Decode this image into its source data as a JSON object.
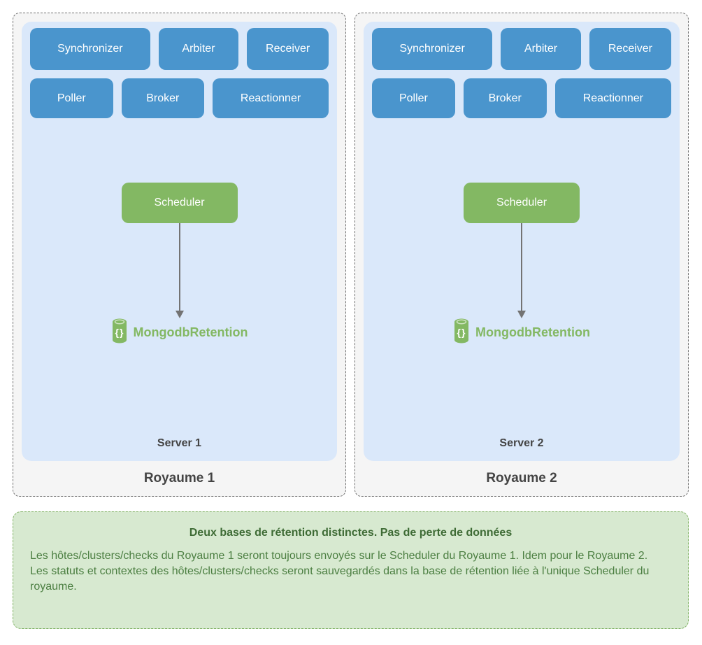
{
  "colors": {
    "component-blue": "#4a95cd",
    "server-bg": "#dae8fa",
    "realm-bg": "#f5f5f5",
    "realm-border": "#707070",
    "scheduler-green": "#83b863",
    "db-green": "#83b863",
    "label-gray": "#444444",
    "arrow-gray": "#737373",
    "note-bg": "#d7e9d0",
    "note-border": "#82b366",
    "note-title-color": "#3e6b35",
    "note-text": "#4c7f42"
  },
  "realms": [
    {
      "label": "Royaume 1",
      "server": {
        "label": "Server 1",
        "components_row1": [
          "Synchronizer",
          "Arbiter",
          "Receiver"
        ],
        "components_row2": [
          "Poller",
          "Broker",
          "Reactionner"
        ],
        "scheduler_label": "Scheduler",
        "database_label": "MongodbRetention",
        "database_icon": "mongodb-cylinder-icon"
      }
    },
    {
      "label": "Royaume 2",
      "server": {
        "label": "Server 2",
        "components_row1": [
          "Synchronizer",
          "Arbiter",
          "Receiver"
        ],
        "components_row2": [
          "Poller",
          "Broker",
          "Reactionner"
        ],
        "scheduler_label": "Scheduler",
        "database_label": "MongodbRetention",
        "database_icon": "mongodb-cylinder-icon"
      }
    }
  ],
  "note": {
    "title": "Deux bases de rétention distinctes. Pas de perte de données",
    "body": [
      "Les hôtes/clusters/checks du Royaume 1 seront toujours envoyés sur le Scheduler du Royaume 1. Idem pour le Royaume 2.",
      "Les statuts et contextes des hôtes/clusters/checks seront sauvegardés dans la base de rétention liée à l'unique Scheduler du royaume."
    ]
  }
}
